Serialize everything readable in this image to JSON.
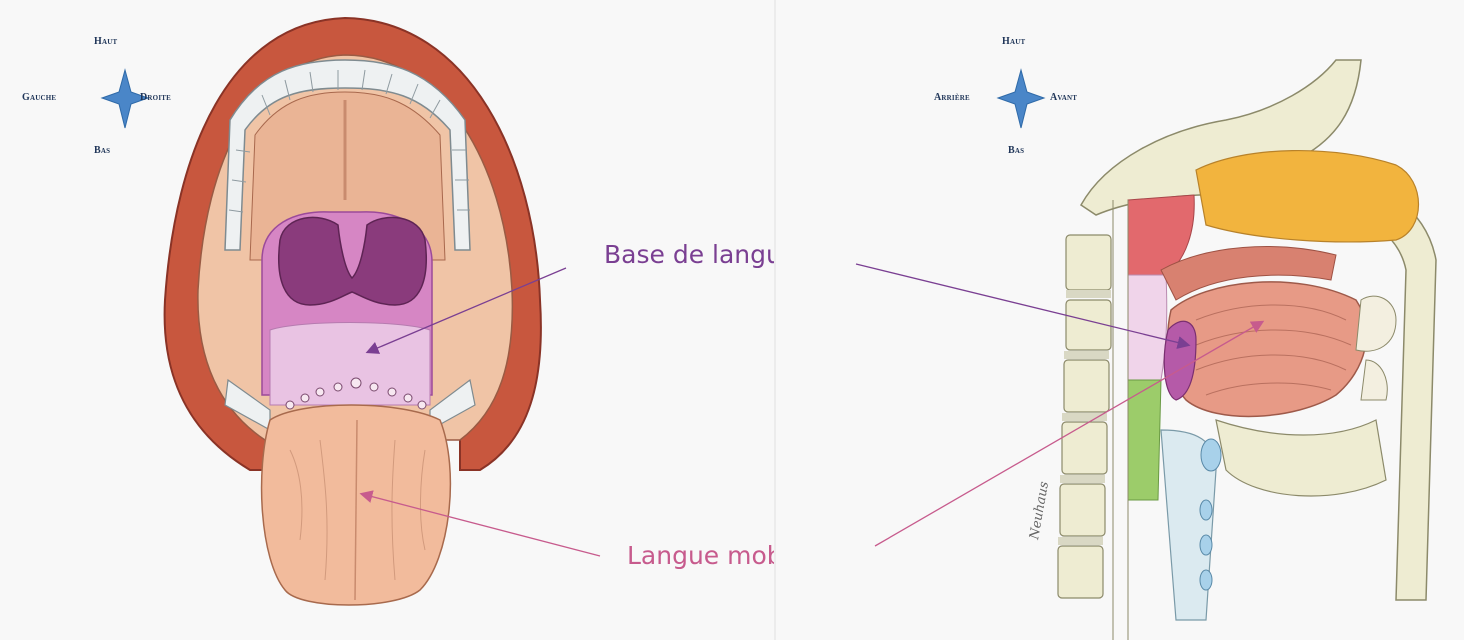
{
  "compass_left": {
    "up": "Haut",
    "left": "Gauche",
    "right": "Droite",
    "down": "Bas"
  },
  "compass_right": {
    "up": "Haut",
    "left": "Arrière",
    "right": "Avant",
    "down": "Bas"
  },
  "labels": {
    "base": "Base de langue",
    "mobile": "Langue mobile"
  },
  "colors": {
    "base_label": "#7a3f92",
    "mobile_label": "#c75b8d",
    "compass_star": "#4a86c8",
    "lips": "#c8573e",
    "tongue": "#f2bb9c",
    "pharynx": "#9b4a9a"
  },
  "signature": "Neuhaus"
}
